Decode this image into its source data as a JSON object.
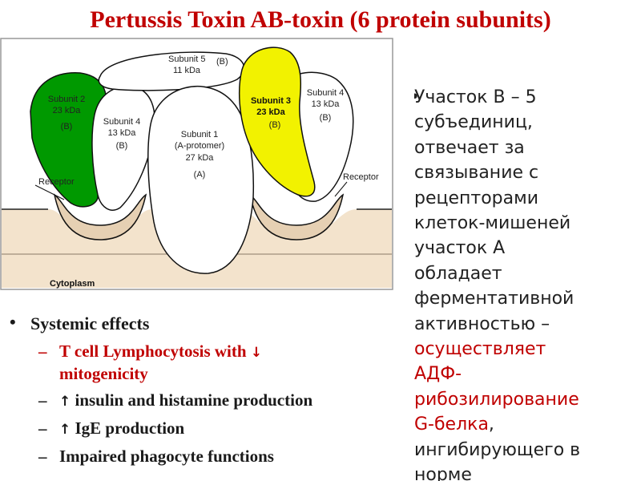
{
  "title": "Pertussis Toxin AB-toxin (6 protein subunits)",
  "diagram": {
    "receptor_left": "Receptor",
    "receptor_right": "Receptor",
    "cytoplasm": "Cytoplasm",
    "subunit2": [
      "Subunit 2",
      "23 kDa",
      "(B)"
    ],
    "subunit4_left": [
      "Subunit 4",
      "13 kDa",
      "(B)"
    ],
    "subunit5": [
      "Subunit 5",
      "11 kDa",
      "(B)"
    ],
    "subunit1": [
      "Subunit 1",
      "(A-protomer)",
      "27 kDa",
      "(A)"
    ],
    "subunit3": [
      "Subunit 3",
      "23 kDa",
      "(B)"
    ],
    "subunit4_right": [
      "Subunit 4",
      "13 kDa",
      "(B)"
    ],
    "colors": {
      "green": "#009900",
      "yellow": "#f2f200",
      "membrane": "#f3e3cc",
      "outline": "#111111"
    }
  },
  "left": {
    "heading": "Systemic effects",
    "items": [
      {
        "line1": "T cell Lymphocytosis with",
        "arrow": "↓",
        "line2": "mitogenicity"
      },
      {
        "arrow": "↑",
        "text": "insulin and histamine production"
      },
      {
        "arrow": "↑",
        "text": "IgE production"
      },
      {
        "text": "Impaired phagocyte functions"
      }
    ]
  },
  "right": {
    "bullet": "•",
    "black_lines": [
      "Участок В – 5",
      "субъединиц,",
      "отвечает за",
      "связывание с",
      "рецепторами",
      "клеток-мишеней",
      "участок А",
      "обладает",
      "ферментативной",
      "активностью –"
    ],
    "red_lines": [
      "осуществляет",
      "АДФ-",
      "рибозилирование"
    ],
    "mixed_red": "G-белка",
    "mixed_black": ",",
    "tail_lines": [
      "ингибирующего в",
      "норме"
    ]
  }
}
